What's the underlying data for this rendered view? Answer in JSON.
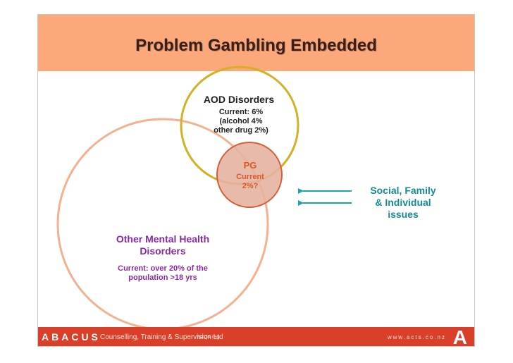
{
  "title": "Problem Gambling Embedded",
  "aod": {
    "title": "AOD Disorders",
    "line1": "Current: 6%",
    "line2": "(alcohol 4%",
    "line3": "other drug 2%)"
  },
  "pg": {
    "title": "PG",
    "line1": "Current",
    "line2": "2%?"
  },
  "mental_health": {
    "title_line1": "Other Mental Health",
    "title_line2": "Disorders",
    "detail_line1": "Current: over 20% of the",
    "detail_line2": "population >18 yrs"
  },
  "social": {
    "line1": "Social, Family",
    "line2": "& Individual",
    "line3": "issues"
  },
  "footer": {
    "brand": "ABACUS",
    "tagline": "Counselling, Training & Supervision Ltd",
    "accreditation": "NZQA reg",
    "website": "www.acts.co.nz",
    "logo_letter": "A"
  },
  "colors": {
    "header": "#fba87a",
    "footer": "#da3f2a",
    "mental_health_circle": "#f4b08f",
    "aod_circle": "#d4b024",
    "pg_circle": "#d2603a",
    "arrows": "#1aa6a6"
  }
}
